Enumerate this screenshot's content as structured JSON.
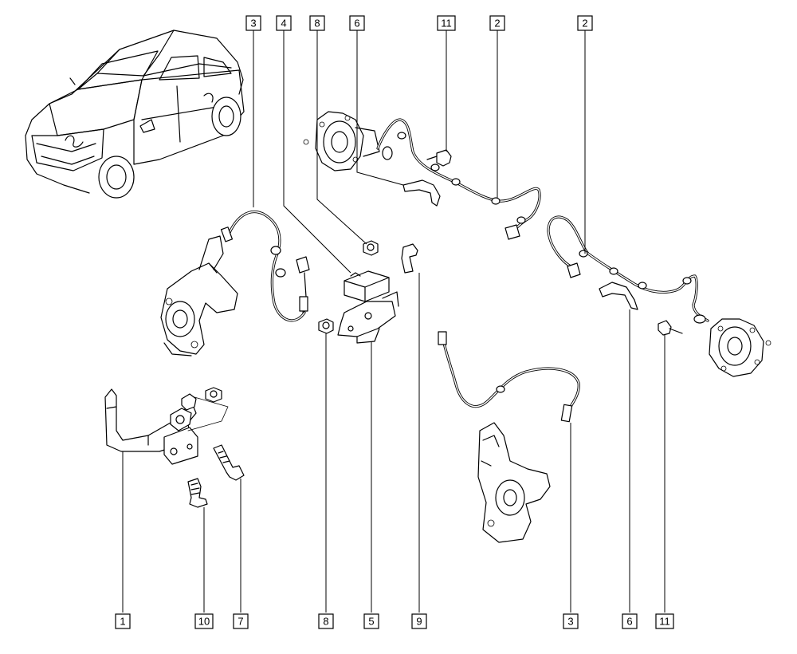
{
  "callouts": {
    "top": [
      {
        "id": "top-3",
        "label": "3"
      },
      {
        "id": "top-4",
        "label": "4"
      },
      {
        "id": "top-8",
        "label": "8"
      },
      {
        "id": "top-6",
        "label": "6"
      },
      {
        "id": "top-11",
        "label": "11"
      },
      {
        "id": "top-2a",
        "label": "2"
      },
      {
        "id": "top-2b",
        "label": "2"
      }
    ],
    "bottom": [
      {
        "id": "bottom-1",
        "label": "1"
      },
      {
        "id": "bottom-10",
        "label": "10"
      },
      {
        "id": "bottom-7",
        "label": "7"
      },
      {
        "id": "bottom-8",
        "label": "8"
      },
      {
        "id": "bottom-5",
        "label": "5"
      },
      {
        "id": "bottom-9",
        "label": "9"
      },
      {
        "id": "bottom-3",
        "label": "3"
      },
      {
        "id": "bottom-6",
        "label": "6"
      },
      {
        "id": "bottom-11",
        "label": "11"
      }
    ]
  },
  "colors": {
    "line": "#000000",
    "background": "#ffffff"
  }
}
